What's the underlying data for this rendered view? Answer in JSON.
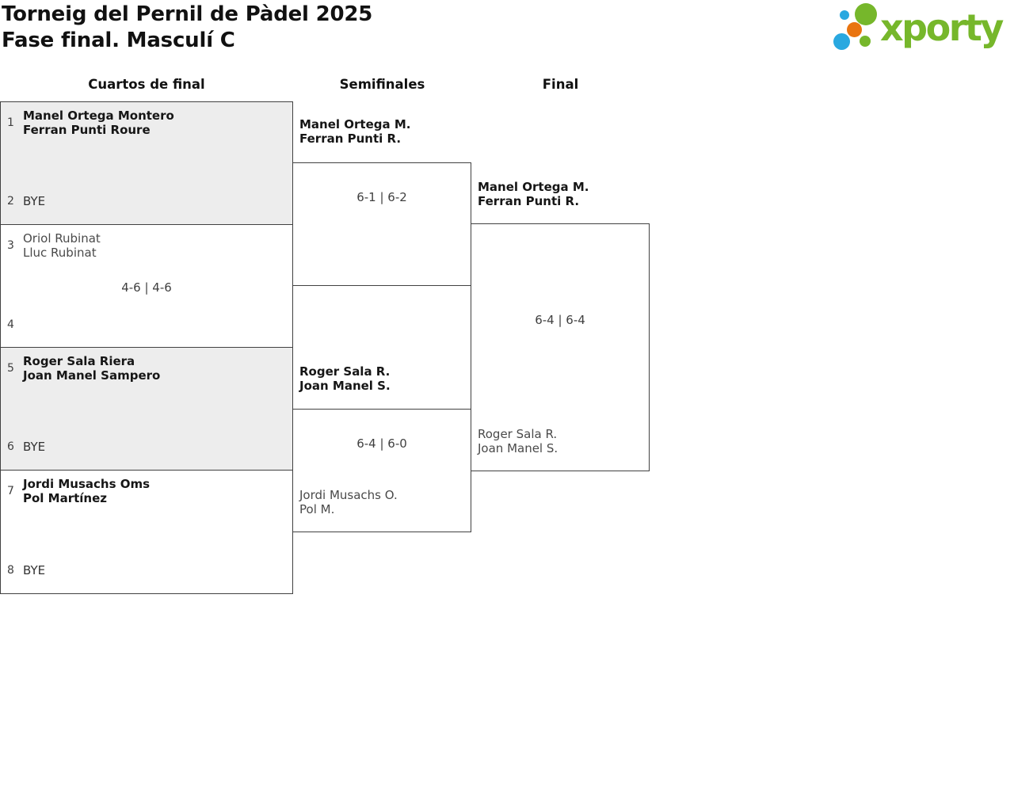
{
  "header": {
    "title_line1": "Torneig del Pernil de Pàdel 2025",
    "title_line2": "Fase final. Masculí C",
    "logo_text": "xporty"
  },
  "colors": {
    "logo_green": "#76b72b",
    "logo_blue": "#29a8e0",
    "logo_orange": "#e97410",
    "box_shaded_background": "#ededed",
    "box_border": "#414141",
    "winner_text": "#161616",
    "loser_text": "#4a4a4a"
  },
  "rounds": [
    {
      "label": "Cuartos de final"
    },
    {
      "label": "Semifinales"
    },
    {
      "label": "Final"
    }
  ],
  "quarterfinals": [
    {
      "seed_top": "1",
      "top_line1": "Manel Ortega Montero",
      "top_line2": "Ferran Punti Roure",
      "score": "",
      "seed_bottom": "2",
      "bottom_label": "BYE"
    },
    {
      "seed_top": "3",
      "top_line1": "Oriol Rubinat",
      "top_line2": "Lluc Rubinat",
      "score": "4-6 | 4-6",
      "seed_bottom": "4",
      "bottom_label": ""
    },
    {
      "seed_top": "5",
      "top_line1": "Roger Sala Riera",
      "top_line2": "Joan Manel Sampero",
      "score": "",
      "seed_bottom": "6",
      "bottom_label": "BYE"
    },
    {
      "seed_top": "7",
      "top_line1": "Jordi Musachs Oms",
      "top_line2": "Pol Martínez",
      "score": "",
      "seed_bottom": "8",
      "bottom_label": "BYE"
    }
  ],
  "semifinals": [
    {
      "top_line1": "Manel Ortega M.",
      "top_line2": "Ferran Punti R.",
      "score": "6-1 | 6-2",
      "bottom_line1": "",
      "bottom_line2": ""
    },
    {
      "top_line1": "Roger Sala R.",
      "top_line2": "Joan Manel S.",
      "score": "6-4 | 6-0",
      "bottom_line1": "Jordi Musachs O.",
      "bottom_line2": "Pol M."
    }
  ],
  "final": {
    "top_line1": "Manel Ortega M.",
    "top_line2": "Ferran Punti R.",
    "score": "6-4 | 6-4",
    "bottom_line1": "Roger Sala R.",
    "bottom_line2": "Joan Manel S."
  }
}
